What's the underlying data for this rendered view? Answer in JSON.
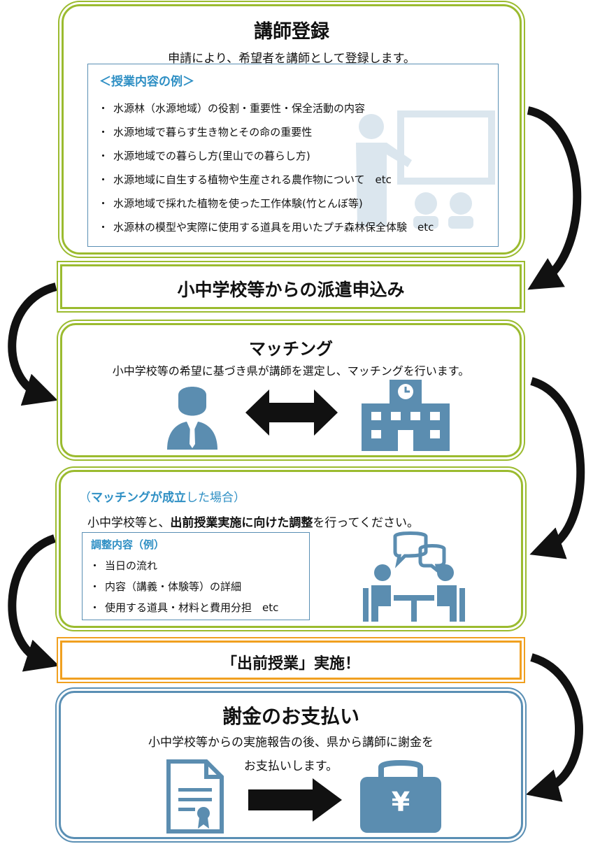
{
  "step1": {
    "title": "講師登録",
    "description": "申請により、希望者を講師として登録します。",
    "examples_title": "＜授業内容の例＞",
    "examples": [
      "水源林（水源地域）の役割・重要性・保全活動の内容",
      "水源地域で暮らす生き物とその命の重要性",
      "水源地域での暮らし方(里山での暮らし方)",
      "水源地域に自生する植物や生産される農作物について　etc",
      "水源地域で採れた植物を使った工作体験(竹とんぼ等)",
      "水源林の模型や実際に使用する道具を用いたプチ森林保全体験　etc"
    ]
  },
  "step2": {
    "title": "小中学校等からの派遣申込み"
  },
  "step3": {
    "title": "マッチング",
    "description": "小中学校等の希望に基づき県が講師を選定し、マッチングを行います。"
  },
  "step4": {
    "condition_prefix": "（",
    "condition_bold": "マッチングが成立",
    "condition_suffix": "した場合）",
    "desc_prefix": "小中学校等と、",
    "desc_bold": "出前授業実施に向けた調整",
    "desc_suffix": "を行ってください。",
    "items_title": "調整内容（例）",
    "items": [
      "当日の流れ",
      "内容（講義・体験等）の詳細",
      "使用する道具・材料と費用分担　etc"
    ]
  },
  "step5": {
    "title": "「出前授業」実施！"
  },
  "step6": {
    "title": "謝金のお支払い",
    "line1": "小中学校等からの実施報告の後、県から講師に謝金を",
    "line2": "お支払いします。",
    "yen_symbol": "¥"
  },
  "bullet_mark": "・",
  "colors": {
    "green": "#9bbb2f",
    "orange": "#f0a020",
    "blue": "#5a8fb4",
    "icon": "#5b8db0",
    "accent": "#2e8fc4"
  }
}
